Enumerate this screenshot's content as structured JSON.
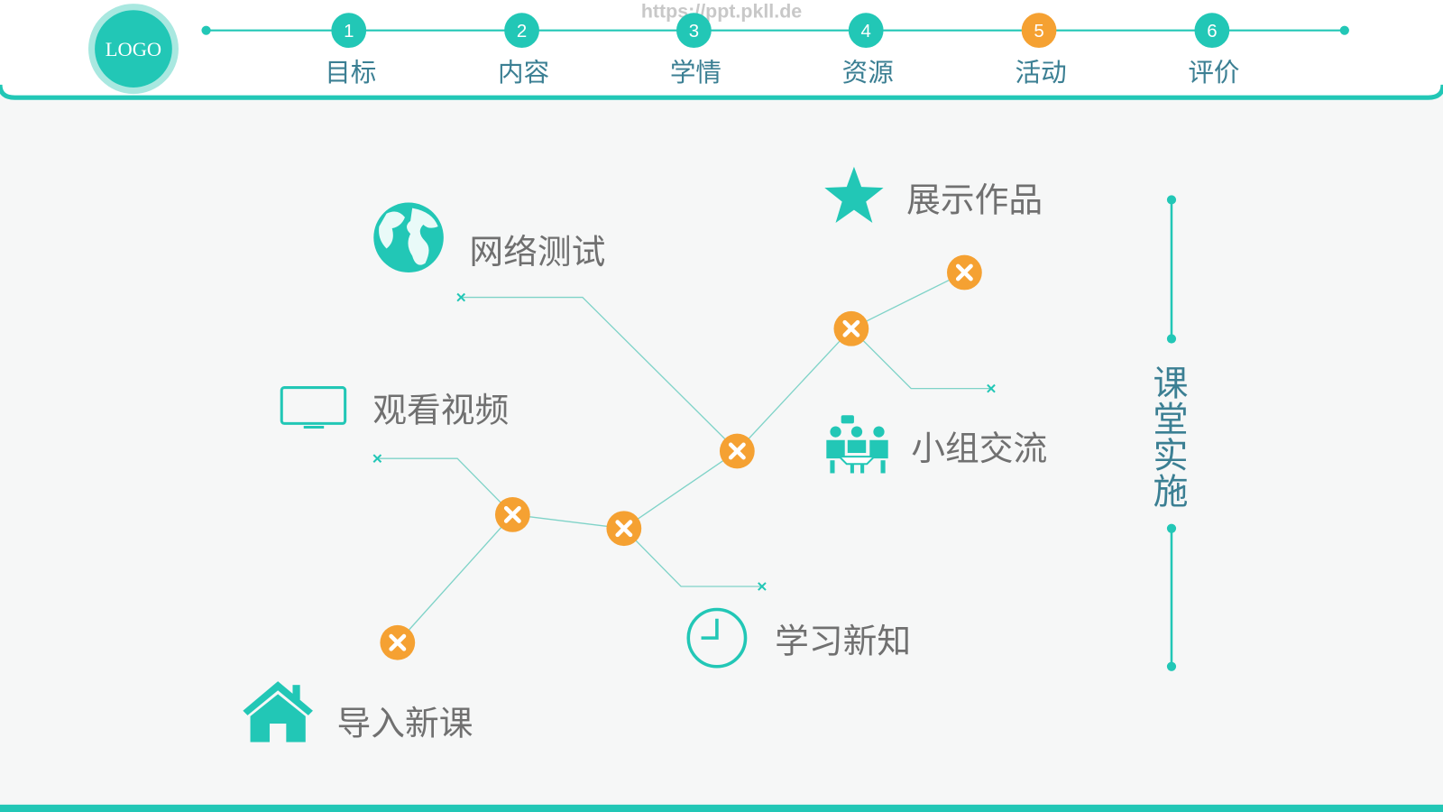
{
  "logo": {
    "text": "LOGO"
  },
  "watermark": "https://ppt.pkll.de",
  "nav": {
    "steps": [
      {
        "number": "1",
        "label": "目标",
        "active": false
      },
      {
        "number": "2",
        "label": "内容",
        "active": false
      },
      {
        "number": "3",
        "label": "学情",
        "active": false
      },
      {
        "number": "4",
        "label": "资源",
        "active": false
      },
      {
        "number": "5",
        "label": "活动",
        "active": true
      },
      {
        "number": "6",
        "label": "评价",
        "active": false
      }
    ]
  },
  "section_title": "课堂实施",
  "activities": [
    {
      "label": "导入新课",
      "icon": "house-icon"
    },
    {
      "label": "观看视频",
      "icon": "monitor-icon"
    },
    {
      "label": "网络测试",
      "icon": "globe-icon"
    },
    {
      "label": "学习新知",
      "icon": "clock-icon"
    },
    {
      "label": "小组交流",
      "icon": "group-meeting-icon"
    },
    {
      "label": "展示作品",
      "icon": "star-icon"
    }
  ],
  "colors": {
    "teal": "#22c7b6",
    "orange": "#f5a132",
    "nav_text": "#3b7f93",
    "label_text": "#707070"
  }
}
